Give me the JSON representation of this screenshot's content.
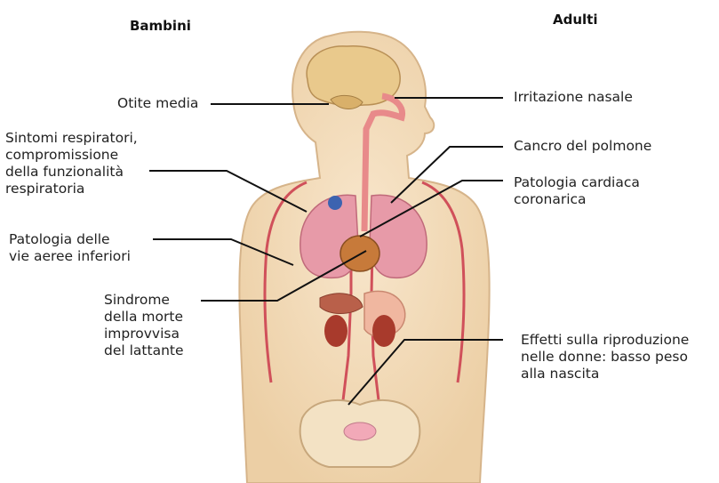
{
  "headers": {
    "left": "Bambini",
    "right": "Adulti"
  },
  "labels": {
    "otite": [
      "Otite media"
    ],
    "sintomi": [
      "Sintomi respiratori,",
      "compromissione",
      "della funzionalità",
      "respiratoria"
    ],
    "patologia_vie": [
      "Patologia delle",
      "vie aeree inferiori"
    ],
    "sindrome": [
      "Sindrome",
      "della morte",
      "improvvisa",
      "del lattante"
    ],
    "irritazione": [
      "Irritazione nasale"
    ],
    "cancro": [
      "Cancro del polmone"
    ],
    "cardiaca": [
      "Patologia cardiaca",
      "coronarica"
    ],
    "riproduzione": [
      "Effetti sulla riproduzione",
      "nelle donne: basso peso",
      "alla nascita"
    ]
  },
  "colors": {
    "body": "#f3dcbc",
    "body_outline": "#c9a67a",
    "lung": "#e79aa8",
    "heart": "#c77a3a",
    "vessel": "#d0505a",
    "brain": "#e9c98c",
    "kidney": "#a83a2c",
    "leader_line": "#111111"
  }
}
